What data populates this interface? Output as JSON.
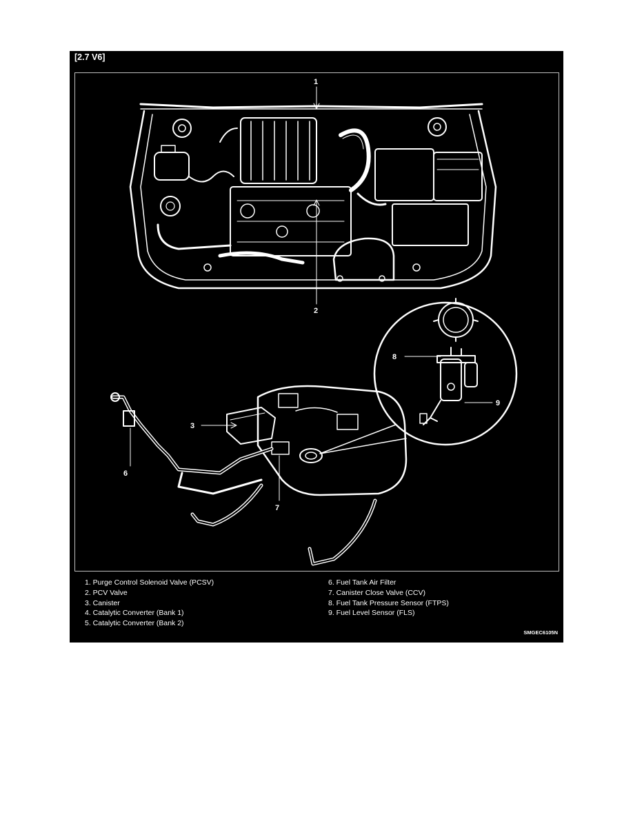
{
  "figure": {
    "title": "[2.7 V6]",
    "code": "SMGEC6105N",
    "callouts": [
      "1",
      "2",
      "3",
      "6",
      "7",
      "8",
      "9"
    ],
    "legend_left": [
      "1. Purge Control Solenoid Valve (PCSV)",
      "2. PCV Valve",
      "3. Canister",
      "4. Catalytic Converter (Bank 1)",
      "5. Catalytic Converter (Bank 2)"
    ],
    "legend_right": [
      "6. Fuel Tank Air Filter",
      "7. Canister Close Valve (CCV)",
      "8. Fuel Tank Pressure Sensor (FTPS)",
      "9. Fuel Level Sensor (FLS)"
    ],
    "colors": {
      "background": "#000000",
      "line": "#ffffff",
      "page": "#ffffff"
    }
  }
}
